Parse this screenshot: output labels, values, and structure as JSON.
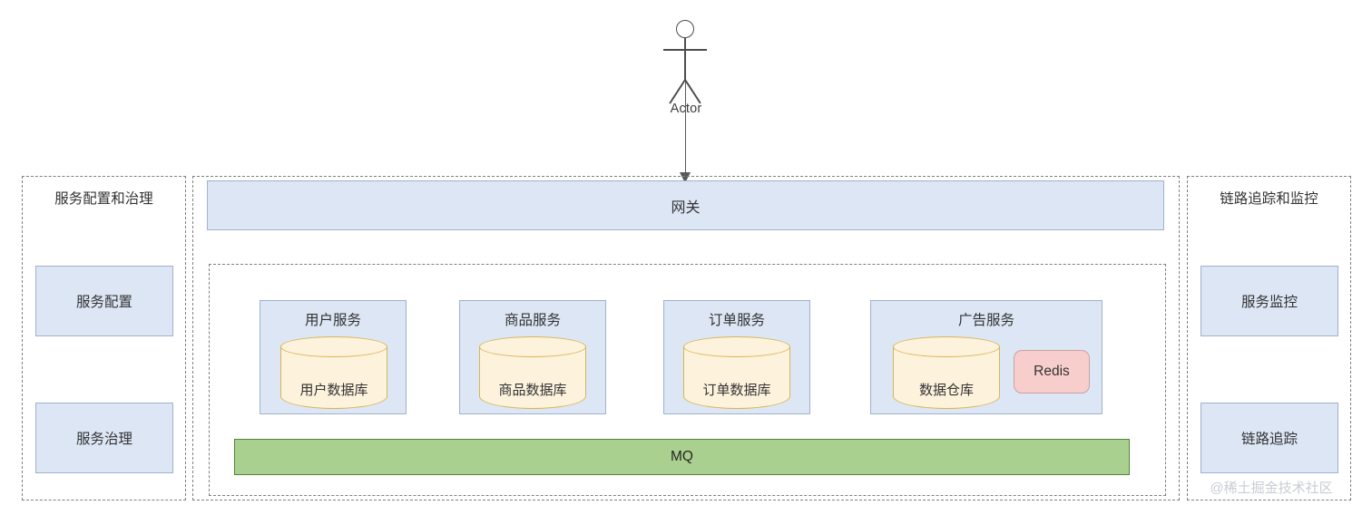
{
  "actor": {
    "label": "Actor",
    "icon": "stick-figure-icon"
  },
  "gateway": {
    "label": "网关"
  },
  "panels": {
    "left": {
      "title": "服务配置和治理",
      "boxes": [
        {
          "label": "服务配置"
        },
        {
          "label": "服务治理"
        }
      ]
    },
    "right": {
      "title": "链路追踪和监控",
      "boxes": [
        {
          "label": "服务监控"
        },
        {
          "label": "链路追踪"
        }
      ]
    }
  },
  "services": [
    {
      "title": "用户服务",
      "database": "用户数据库"
    },
    {
      "title": "商品服务",
      "database": "商品数据库"
    },
    {
      "title": "订单服务",
      "database": "订单数据库"
    },
    {
      "title": "广告服务",
      "database": "数据仓库",
      "cache": "Redis"
    }
  ],
  "mq": {
    "label": "MQ"
  },
  "watermark": {
    "text": "@稀土掘金技术社区"
  },
  "colors": {
    "box_fill": "#dce6f5",
    "box_border": "#9fb2cd",
    "cylinder_fill": "#fdf2dc",
    "cylinder_border": "#d6b656",
    "redis_fill": "#f8cecc",
    "redis_border": "#c6a3a3",
    "mq_fill": "#a9d08e",
    "mq_border": "#55843a",
    "dashed_border": "#808080",
    "arrow": "#595959"
  }
}
